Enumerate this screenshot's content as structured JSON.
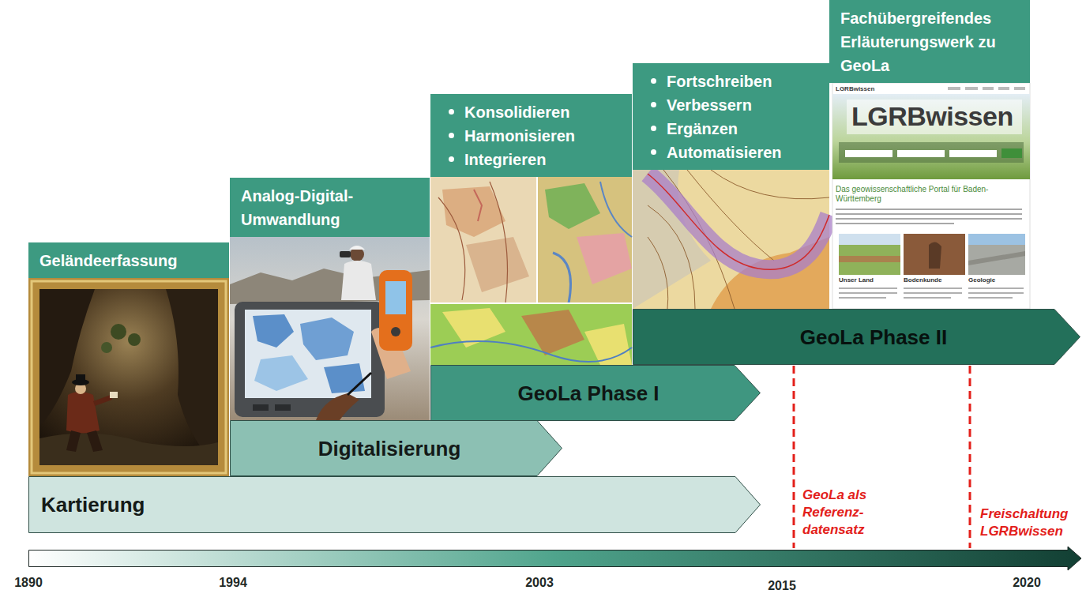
{
  "diagram": {
    "nodes": [
      {
        "text": [
          "Geländeerfassung"
        ]
      },
      {
        "text": [
          "Analog-Digital-Umwandlung"
        ]
      },
      {
        "text": [
          "Konsolidieren",
          "Harmonisieren",
          "Integrieren"
        ]
      },
      {
        "text": [
          "Fortschreiben",
          "Verbessern",
          "Ergänzen",
          "Automatisieren"
        ]
      },
      {
        "text": [
          "Fachübergreifendes Erläuterungswerk zu GeoLa"
        ]
      },
      {
        "text": [
          "Kartierung"
        ]
      },
      {
        "text": [
          "Digitalisierung"
        ]
      },
      {
        "text": [
          "GeoLa Phase I"
        ]
      },
      {
        "text": [
          "GeoLa Phase II"
        ]
      }
    ],
    "labels": [
      "1890",
      "1994",
      "2003",
      "2015",
      "2020",
      "GeoLa als Referenz-datensatz",
      "Freischaltung LGRBwissen",
      "LGRBwissen",
      "LGRBwissen",
      "Das geowissenschaftliche Portal für Baden-Württemberg",
      "Unser Land",
      "Bodenkunde",
      "Geologie"
    ]
  }
}
